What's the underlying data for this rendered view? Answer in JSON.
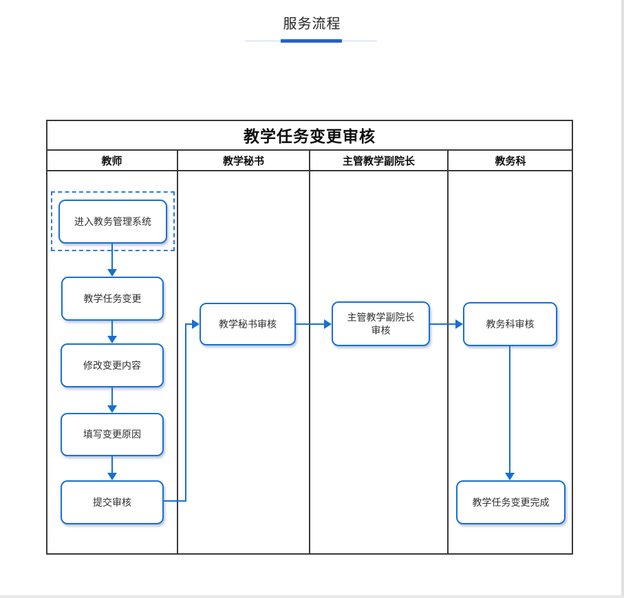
{
  "page": {
    "title": "服务流程"
  },
  "flowchart": {
    "title": "教学任务变更审核",
    "lanes": [
      {
        "label": "教师"
      },
      {
        "label": "教学秘书"
      },
      {
        "label": "主管教学副院长"
      },
      {
        "label": "教务科"
      }
    ],
    "nodes": {
      "enter_system": "进入教务管理系统",
      "task_change": "教学任务变更",
      "modify_content": "修改变更内容",
      "fill_reason": "填写变更原因",
      "submit_review": "提交审核",
      "secretary_review": "教学秘书审核",
      "vice_dean_review": "主管教学副院长\n审核",
      "academic_office_review": "教务科审核",
      "change_complete": "教学任务变更完成"
    },
    "colors": {
      "node_border": "#176fd4",
      "arrow": "#176fd4",
      "dashed_border": "#2b7be0",
      "table_border": "#383838",
      "title_accent": "#2563c6"
    }
  }
}
